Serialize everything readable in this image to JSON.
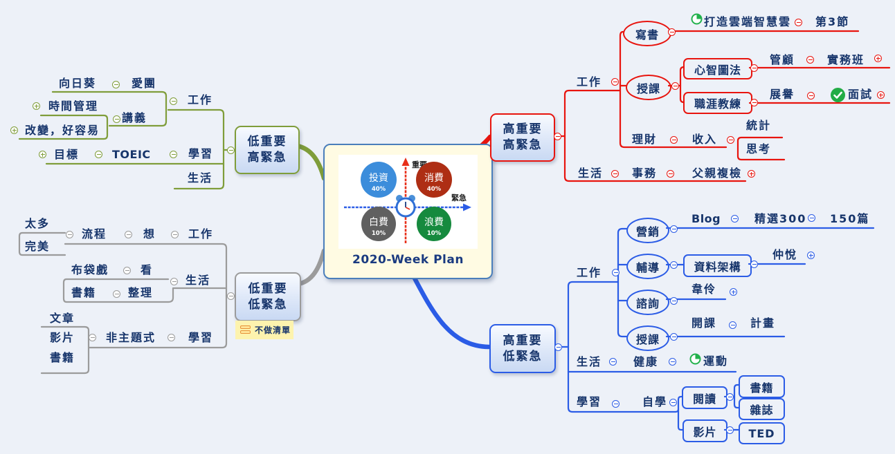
{
  "app": {
    "background": "#edf1f8"
  },
  "colors": {
    "red": "#e8140e",
    "blue": "#2b5ce6",
    "olive": "#7f9d3a",
    "gray": "#9b9b9b",
    "text": "#17356b"
  },
  "center": {
    "title": "2020-Week Plan",
    "axes": {
      "vertical": "重要",
      "horizontal": "緊急"
    },
    "quadrants": [
      {
        "label": "投資",
        "percent": "40%",
        "color": "#3c8ddb"
      },
      {
        "label": "消費",
        "percent": "40%",
        "color": "#ae2e14"
      },
      {
        "label": "白費",
        "percent": "10%",
        "color": "#606060"
      },
      {
        "label": "浪費",
        "percent": "10%",
        "color": "#168a3e"
      }
    ]
  },
  "q1": {
    "root": "高重要\n高緊急",
    "work": "工作",
    "write_book": "寫書",
    "cloud_book": "打造雲端智慧雲",
    "session3": "第3節",
    "teach": "授課",
    "mindmap_method": "心智圖法",
    "consult_firm": "管顧",
    "practice_class": "實務班",
    "career_coach": "職涯教練",
    "zhanyu": "展譽",
    "interview": "面試",
    "finance": "理財",
    "income": "收入",
    "stats": "統計",
    "think": "思考",
    "life": "生活",
    "affairs": "事務",
    "father_checkup": "父親複檢"
  },
  "q2": {
    "root": "高重要\n低緊急",
    "work": "工作",
    "marketing": "營銷",
    "blog": "Blog",
    "featured300": "精選300",
    "posts150": "150篇",
    "tutoring": "輔導",
    "data_structure": "資料架構",
    "zhongyue": "仲悅",
    "consulting": "諮詢",
    "weiling": "韋伶",
    "teach": "授課",
    "open_course": "開課",
    "plan": "計畫",
    "life": "生活",
    "health": "健康",
    "exercise": "運動",
    "study": "學習",
    "self_study": "自學",
    "reading": "閱讀",
    "books": "書籍",
    "magazines": "雜誌",
    "videos": "影片",
    "ted": "TED"
  },
  "q3": {
    "root": "低重要\n高緊急",
    "work": "工作",
    "aituan": "愛團",
    "sunflower": "向日葵",
    "handout": "講義",
    "time_mgmt": "時間管理",
    "change_easy": "改變，好容易",
    "study": "學習",
    "toeic": "TOEIC",
    "goal": "目標",
    "life": "生活"
  },
  "q4": {
    "root": "低重要\n低緊急",
    "note": "不做清單",
    "work": "工作",
    "think": "想",
    "process": "流程",
    "too_many": "太多",
    "perfect": "完美",
    "life": "生活",
    "watch": "看",
    "puppet_show": "布袋戲",
    "organize": "整理",
    "books": "書籍",
    "study": "學習",
    "non_thematic": "非主題式",
    "articles": "文章",
    "videos": "影片",
    "books2": "書籍"
  }
}
